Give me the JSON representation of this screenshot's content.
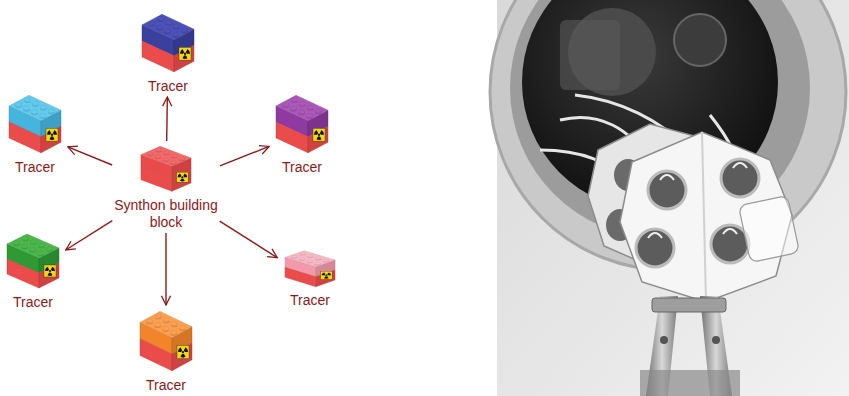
{
  "diagram": {
    "nodes": [
      {
        "text": [
          "Tracer"
        ]
      },
      {
        "text": [
          "Tracer"
        ]
      },
      {
        "text": [
          "Tracer"
        ]
      },
      {
        "text": [
          "Synthon building block"
        ]
      },
      {
        "text": [
          "Tracer"
        ]
      },
      {
        "text": [
          "Tracer"
        ]
      },
      {
        "text": [
          "Tracer"
        ]
      }
    ],
    "edges": [
      {
        "from": 3,
        "to": 0,
        "arrow": "to"
      },
      {
        "from": 3,
        "to": 1,
        "arrow": "to"
      },
      {
        "from": 3,
        "to": 2,
        "arrow": "to"
      },
      {
        "from": 3,
        "to": 4,
        "arrow": "to"
      },
      {
        "from": 3,
        "to": 5,
        "arrow": "to"
      },
      {
        "from": 3,
        "to": 6,
        "arrow": "to"
      }
    ]
  }
}
